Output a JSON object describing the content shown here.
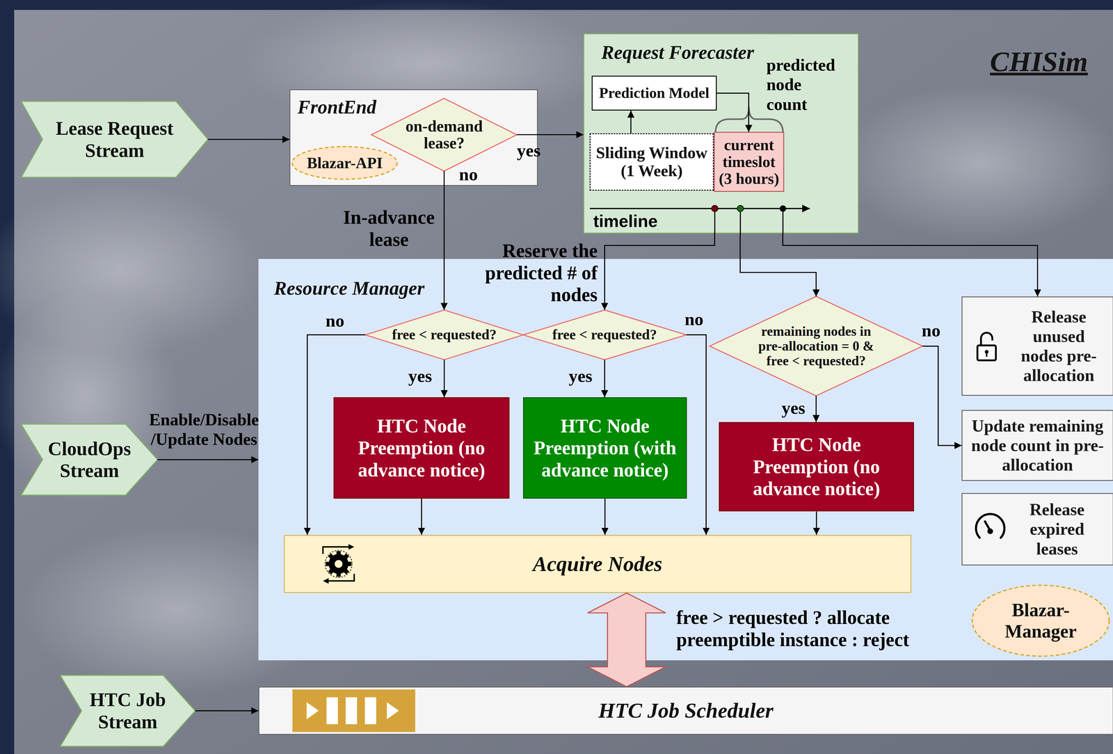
{
  "diagram": {
    "title": "CHISim",
    "nodes": [
      {
        "text": [
          "Lease Request Stream"
        ]
      },
      {
        "text": [
          "FrontEnd"
        ]
      },
      {
        "text": [
          "on-demand lease?"
        ],
        "in": 1
      },
      {
        "text": [
          "Blazar-API"
        ],
        "in": 1
      },
      {
        "text": [
          "Request Forecaster"
        ]
      },
      {
        "text": [
          "Prediction Model"
        ],
        "in": 4
      },
      {
        "text": [
          "Sliding Window (1 Week)"
        ],
        "in": 4
      },
      {
        "text": [
          "current timeslot (3 hours)"
        ],
        "in": 4
      },
      {
        "text": [
          "Resource Manager"
        ]
      },
      {
        "text": [
          "free < requested?"
        ],
        "in": 8
      },
      {
        "text": [
          "free < requested?"
        ],
        "in": 8
      },
      {
        "text": [
          "remaining nodes in pre-allocation = 0 & free < requested?"
        ],
        "in": 8
      },
      {
        "text": [
          "Release unused nodes pre-allocation"
        ],
        "in": 8
      },
      {
        "text": [
          "CloudOps Stream"
        ]
      },
      {
        "text": [
          "HTC Node Preemption (no advance notice)"
        ],
        "in": 8
      },
      {
        "text": [
          "HTC Node Preemption (with advance notice)"
        ],
        "in": 8
      },
      {
        "text": [
          "HTC Node Preemption (no advance notice)"
        ],
        "in": 8
      },
      {
        "text": [
          "Update remaining node count in pre-allocation"
        ],
        "in": 8
      },
      {
        "text": [
          "Release expired leases"
        ],
        "in": 8
      },
      {
        "text": [
          "Acquire Nodes"
        ],
        "in": 8
      },
      {
        "text": [
          "Blazar-Manager"
        ],
        "in": 8
      },
      {
        "text": [
          "HTC Job Stream"
        ]
      },
      {
        "text": [
          "HTC Job Scheduler"
        ]
      }
    ],
    "edges": [
      {
        "from": 0,
        "to": 1,
        "arrow": "to"
      },
      {
        "from": 2,
        "to": 4,
        "label": "yes",
        "arrow": "to"
      },
      {
        "from": 2,
        "to": 9,
        "label": "no",
        "arrow": "to"
      },
      {
        "from": 6,
        "to": 5,
        "arrow": "to"
      },
      {
        "from": 5,
        "to": 7,
        "arrow": "to"
      },
      {
        "from": 4,
        "to": 10,
        "label": "Reserve the predicted # of nodes",
        "arrow": "to"
      },
      {
        "from": 4,
        "to": 11,
        "arrow": "to"
      },
      {
        "from": 4,
        "to": 12,
        "arrow": "to"
      },
      {
        "from": 13,
        "to": 8,
        "label": "Enable/Disable /Update Nodes",
        "arrow": "to"
      },
      {
        "from": 9,
        "to": 14,
        "label": "yes",
        "arrow": "to"
      },
      {
        "from": 9,
        "to": 19,
        "label": "no",
        "arrow": "to"
      },
      {
        "from": 10,
        "to": 15,
        "label": "yes",
        "arrow": "to"
      },
      {
        "from": 10,
        "to": 19,
        "label": "no",
        "arrow": "to"
      },
      {
        "from": 11,
        "to": 16,
        "label": "yes",
        "arrow": "to"
      },
      {
        "from": 11,
        "to": 17,
        "label": "no",
        "arrow": "to"
      },
      {
        "from": 14,
        "to": 19,
        "arrow": "to"
      },
      {
        "from": 15,
        "to": 19,
        "arrow": "to"
      },
      {
        "from": 16,
        "to": 19,
        "arrow": "to"
      },
      {
        "from": 19,
        "to": 22,
        "label": "free > requested ? allocate preemptible instance : reject",
        "arrow": "both"
      },
      {
        "from": 21,
        "to": 22,
        "arrow": "to"
      }
    ],
    "labels": [
      "predicted node count",
      "timeline",
      "In-advance lease"
    ]
  }
}
